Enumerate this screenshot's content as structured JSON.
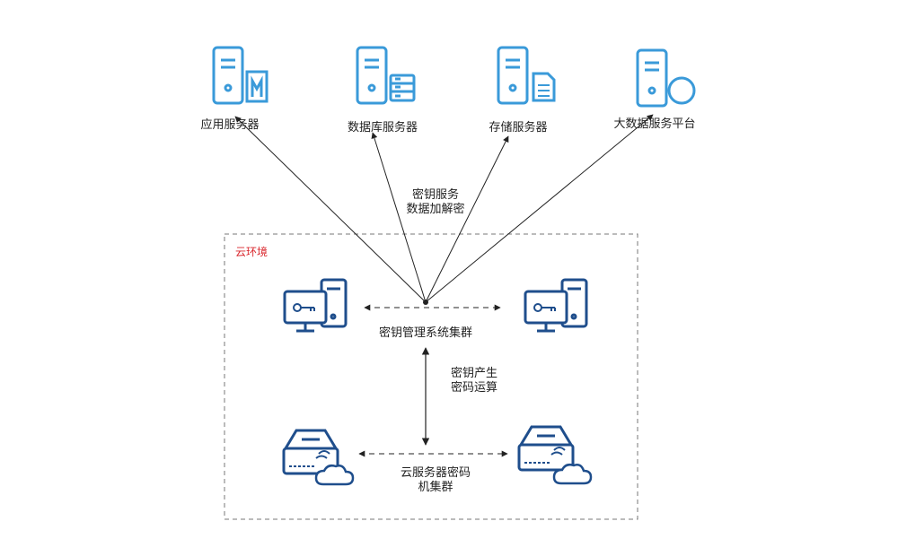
{
  "colors": {
    "server_light": "#3a9ad9",
    "device_dark": "#1f4e8c",
    "env_label": "#d9262c",
    "line": "#222222",
    "border": "#777777"
  },
  "servers": [
    {
      "label": "应用服务器",
      "icon": "server-app-icon"
    },
    {
      "label": "数据库服务器",
      "icon": "server-database-icon"
    },
    {
      "label": "存储服务器",
      "icon": "server-storage-icon"
    },
    {
      "label": "大数据服务平台",
      "icon": "server-bigdata-icon"
    }
  ],
  "top_annotation": {
    "line1": "密钥服务",
    "line2": "数据加解密"
  },
  "environment": {
    "label": "云环境"
  },
  "kms": {
    "label": "密钥管理系统集群",
    "icon": "key-computer-icon"
  },
  "mid_annotation": {
    "line1": "密钥产生",
    "line2": "密码运算"
  },
  "hsm": {
    "line1": "云服务器密码",
    "line2": "机集群",
    "icon": "cloud-hsm-icon"
  }
}
